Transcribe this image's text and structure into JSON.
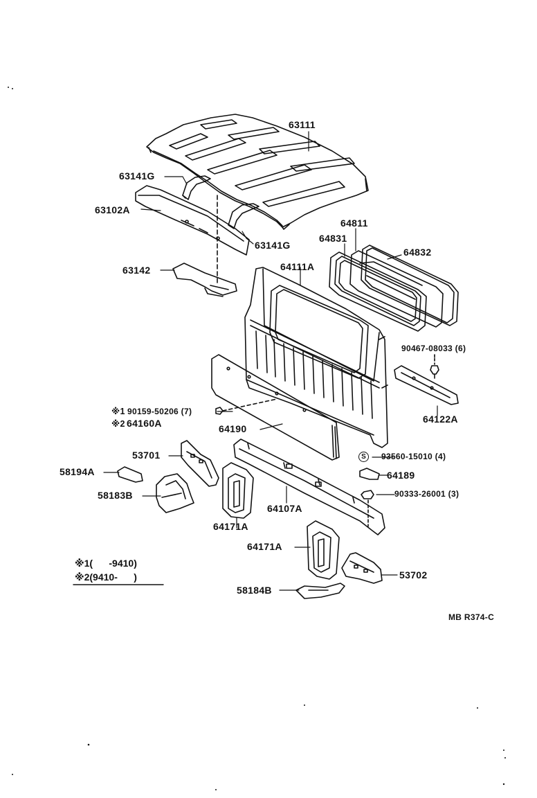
{
  "diagram_code": "MB R374-C",
  "labels": {
    "p63111": "63111",
    "p63141g_top": "63141G",
    "p63102a": "63102A",
    "p63141g_bottom": "63141G",
    "p63142": "63142",
    "p64811": "64811",
    "p64831": "64831",
    "p64832": "64832",
    "p64111a": "64111A",
    "p90467": "90467-08033 (6)",
    "p64122a": "64122A",
    "p90159": "90159-50206 (7)",
    "p64160a": "64160A",
    "p64190": "64190",
    "p93560": "93560-15010 (4)",
    "p64189": "64189",
    "p90333": "90333-26001 (3)",
    "p53701": "53701",
    "p58194a": "58194A",
    "p58183b": "58183B",
    "p64171a_left": "64171A",
    "p64107a": "64107A",
    "p64171a_right": "64171A",
    "p53702": "53702",
    "p58184b": "58184B"
  },
  "markers": {
    "m1": "※1",
    "m2": "※2",
    "s_symbol": "S"
  },
  "notes": {
    "note1": "※1(      -9410)",
    "note2": "※2(9410-      )"
  }
}
